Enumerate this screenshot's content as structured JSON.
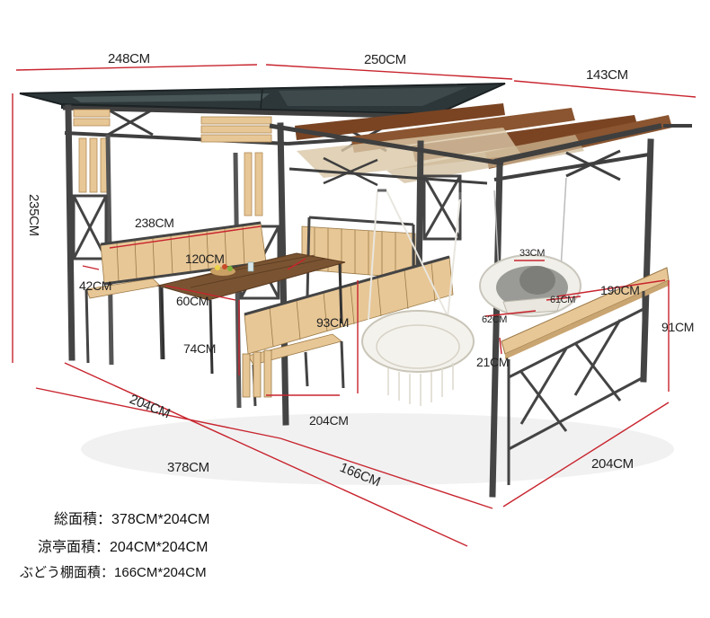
{
  "colors": {
    "frame": "#3f3f3f",
    "roof": "#2f3a3d",
    "wood": "#e8c796",
    "wood_dark": "#8a5530",
    "rope": "#f4f2ec",
    "dim_line": "#c8242e"
  },
  "dimensions": {
    "d_248": "248CM",
    "d_250": "250CM",
    "d_143": "143CM",
    "d_235": "235CM",
    "d_238": "238CM",
    "d_120": "120CM",
    "d_42": "42CM",
    "d_60": "60CM",
    "d_74": "74CM",
    "d_93": "93CM",
    "d_33": "33CM",
    "d_61": "61CM",
    "d_62": "62CM",
    "d_190": "190CM",
    "d_91": "91CM",
    "d_21": "21CM",
    "d_204_left": "204CM",
    "d_204_mid": "204CM",
    "d_204_right": "204CM",
    "d_378": "378CM",
    "d_166": "166CM"
  },
  "areas": [
    {
      "label": "総面積：",
      "value": "378CM*204CM"
    },
    {
      "label": "涼亭面積：",
      "value": "204CM*204CM"
    },
    {
      "label": "ぶどう棚面積：",
      "value": "166CM*204CM"
    }
  ]
}
